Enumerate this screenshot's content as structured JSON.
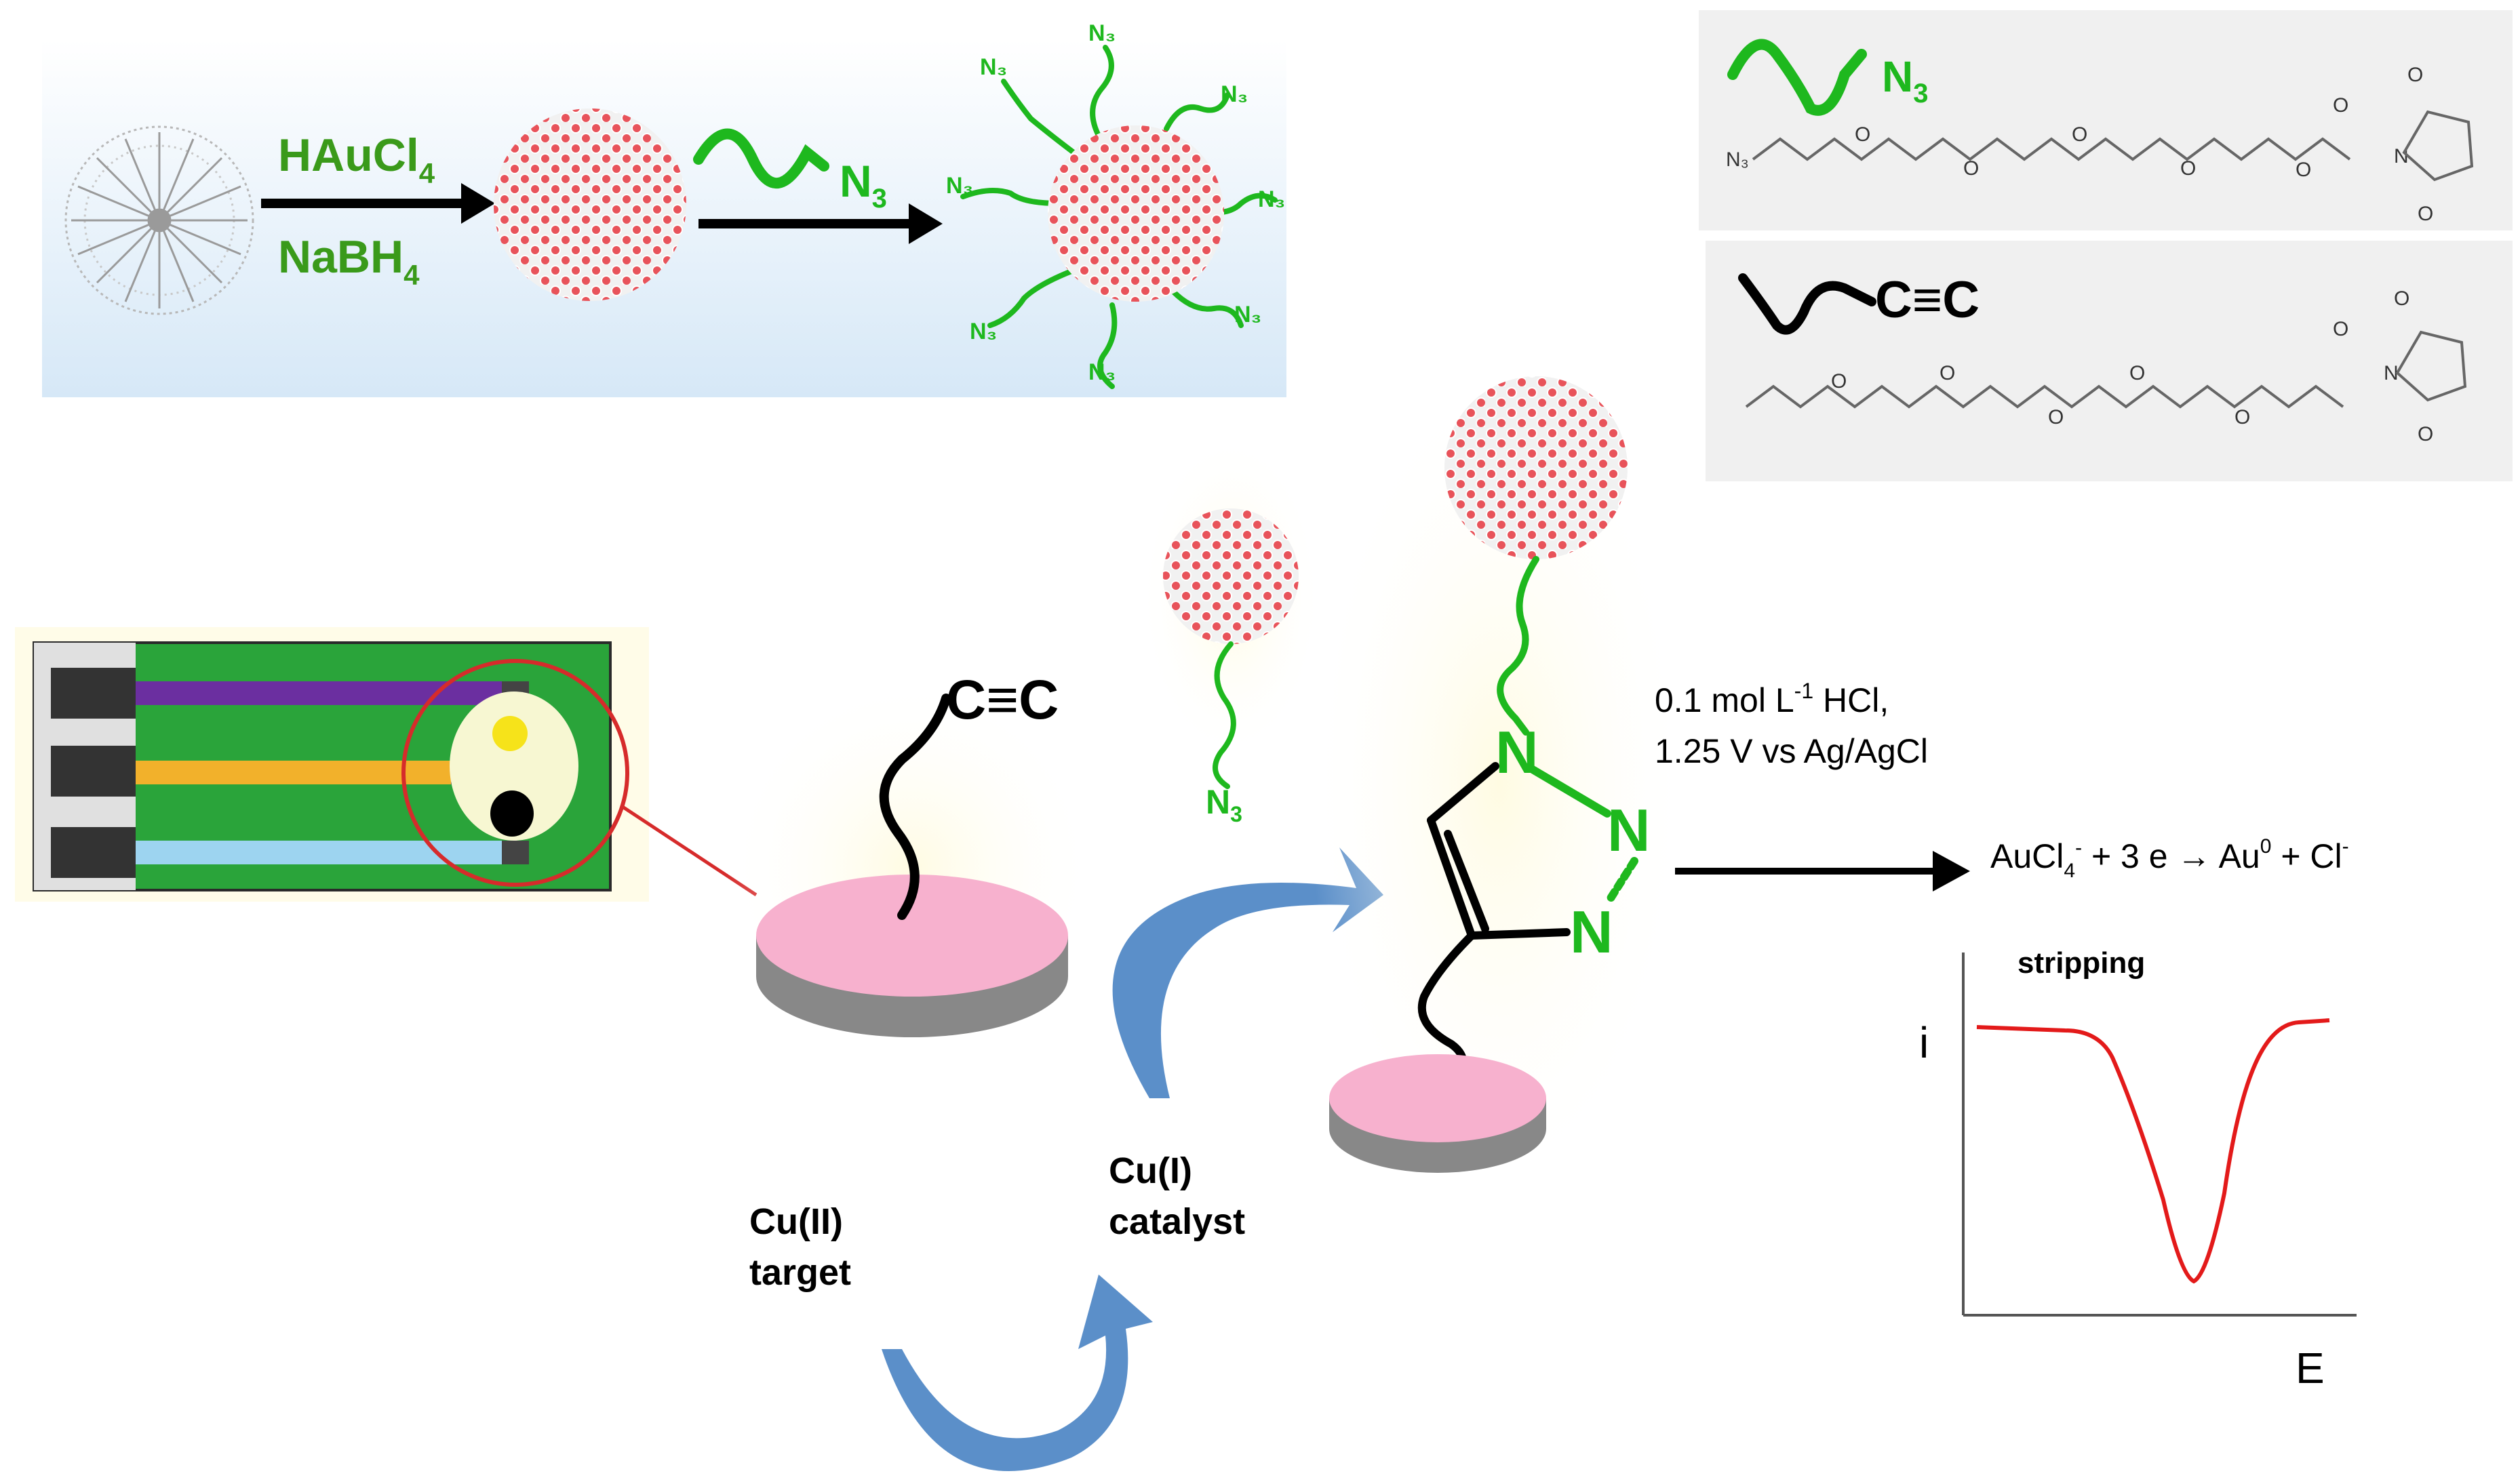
{
  "synthesis": {
    "reagent1": "HAuCl",
    "reagent1_sub": "4",
    "reagent2": "NaBH",
    "reagent2_sub": "4",
    "azide_label": "N",
    "azide_sub": "3"
  },
  "linkers": {
    "azide_label": "N",
    "azide_sub": "3",
    "alkyne_label": "C≡C",
    "o_label": "O",
    "n_label": "N"
  },
  "surface": {
    "alkyne_label": "C≡C",
    "cu2_line1": "Cu(II)",
    "cu2_line2": "target",
    "cu1_line1": "Cu(I)",
    "cu1_line2": "catalyst"
  },
  "triazole": {
    "n1": "N",
    "n2": "N",
    "n3": "N"
  },
  "conditions": {
    "line1_a": "0.1 mol L",
    "line1_sup": "-1",
    "line1_b": " HCl,",
    "line2": "1.25 V vs Ag/AgCl"
  },
  "reaction": {
    "part1": "AuCl",
    "part1_sub": "4",
    "part1_sup": "-",
    "part2": " + 3 e → Au",
    "part2_sup": "0",
    "part3": " + Cl",
    "part3_sup": "-"
  },
  "voltammogram": {
    "title": "stripping",
    "ylabel": "i",
    "xlabel": "E"
  },
  "colors": {
    "green": "#3a9a1a",
    "bright_green": "#1eb81e",
    "pink": "#f7b1ce",
    "gold_dot": "#e8535a",
    "blue_arrow": "#5b8fc9",
    "red_curve": "#e31a1a"
  }
}
